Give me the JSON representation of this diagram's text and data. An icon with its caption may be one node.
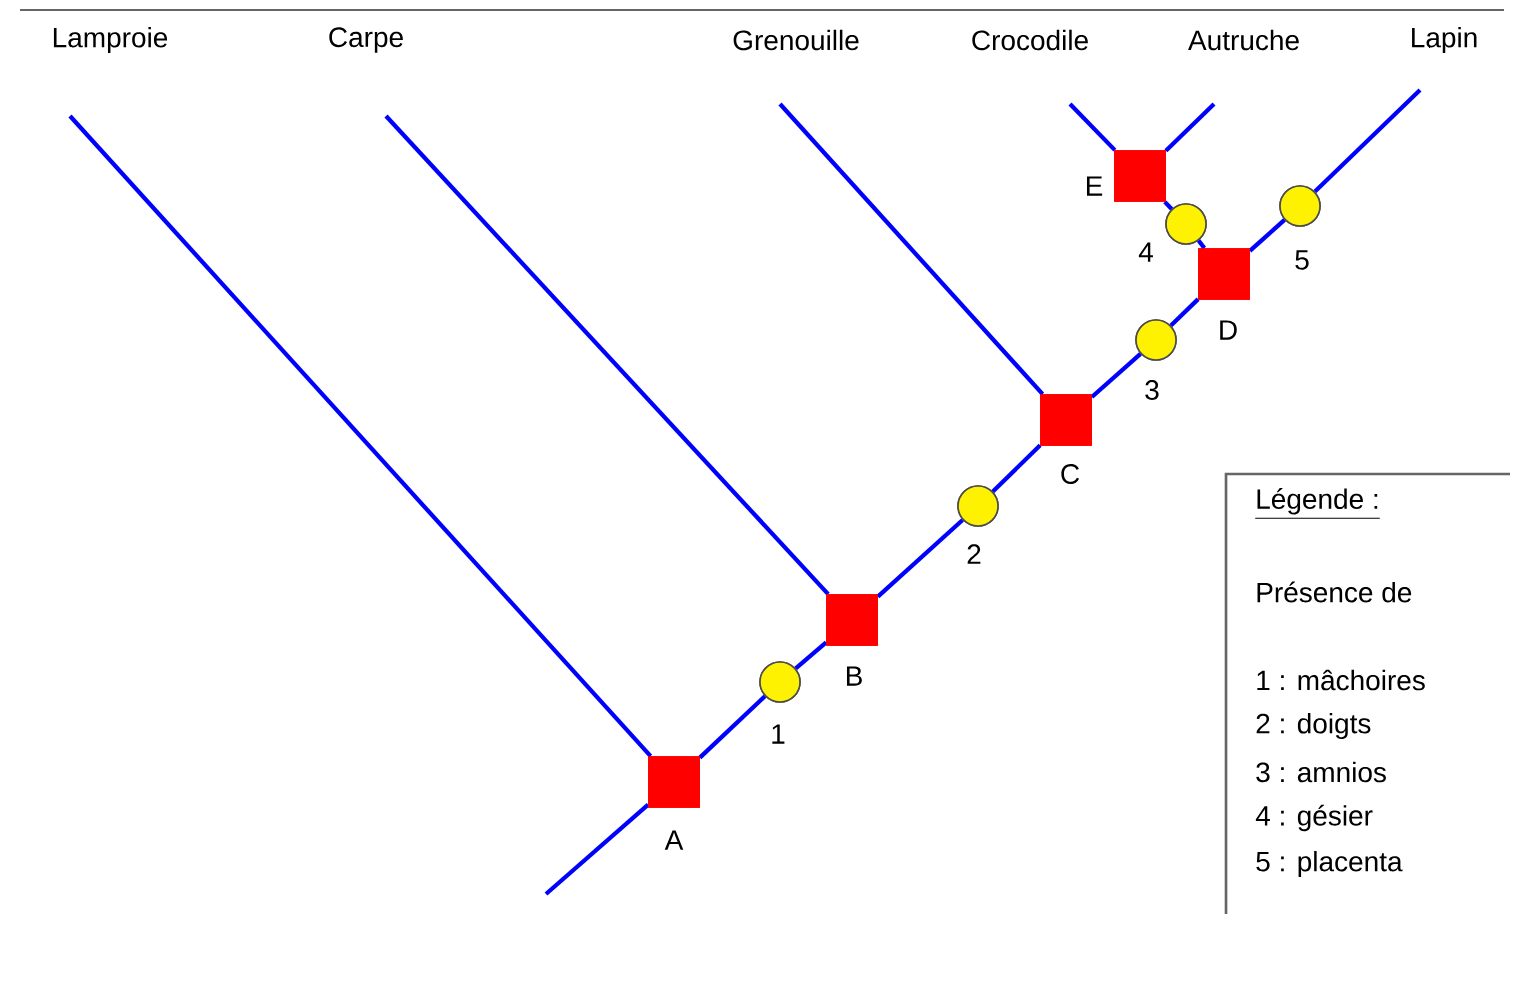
{
  "diagram": {
    "nodes": [
      {
        "text": [
          "Lamproie"
        ]
      },
      {
        "text": [
          "Carpe"
        ]
      },
      {
        "text": [
          "Grenouille"
        ]
      },
      {
        "text": [
          "Crocodile"
        ]
      },
      {
        "text": [
          "Autruche"
        ]
      },
      {
        "text": [
          "Lapin"
        ]
      },
      {
        "text": [],
        "shape": "box",
        "beside": [
          "A"
        ]
      },
      {
        "text": [],
        "shape": "circle",
        "beside": [
          "1"
        ]
      },
      {
        "text": [],
        "shape": "box",
        "beside": [
          "B"
        ]
      },
      {
        "text": [],
        "shape": "circle",
        "beside": [
          "2"
        ]
      },
      {
        "text": [],
        "shape": "box",
        "beside": [
          "C"
        ]
      },
      {
        "text": [],
        "shape": "circle",
        "beside": [
          "3"
        ]
      },
      {
        "text": [],
        "shape": "box",
        "beside": [
          "D"
        ]
      },
      {
        "text": [],
        "shape": "circle",
        "beside": [
          "4"
        ]
      },
      {
        "text": [],
        "shape": "box",
        "beside": [
          "E"
        ]
      },
      {
        "text": [],
        "shape": "circle",
        "beside": [
          "5"
        ]
      },
      {
        "text": [
          "Légende :",
          "Présence de",
          "1 : mâchoires",
          "2 : doigts",
          "3 : amnios",
          "4 : gésier",
          "5 : placenta"
        ]
      }
    ],
    "edges": [
      {
        "from": null,
        "to": 6,
        "arrow": "none"
      },
      {
        "from": 6,
        "to": 0,
        "arrow": "none"
      },
      {
        "from": 6,
        "to": 7,
        "arrow": "none"
      },
      {
        "from": 7,
        "to": 8,
        "arrow": "none"
      },
      {
        "from": 8,
        "to": 1,
        "arrow": "none"
      },
      {
        "from": 8,
        "to": 9,
        "arrow": "none"
      },
      {
        "from": 9,
        "to": 10,
        "arrow": "none"
      },
      {
        "from": 10,
        "to": 2,
        "arrow": "none"
      },
      {
        "from": 10,
        "to": 11,
        "arrow": "none"
      },
      {
        "from": 11,
        "to": 12,
        "arrow": "none"
      },
      {
        "from": 12,
        "to": 13,
        "arrow": "none"
      },
      {
        "from": 13,
        "to": 14,
        "arrow": "none"
      },
      {
        "from": 14,
        "to": 3,
        "arrow": "none"
      },
      {
        "from": 14,
        "to": 4,
        "arrow": "none"
      },
      {
        "from": 12,
        "to": 15,
        "arrow": "none"
      },
      {
        "from": 15,
        "to": 5,
        "arrow": "none"
      }
    ]
  }
}
